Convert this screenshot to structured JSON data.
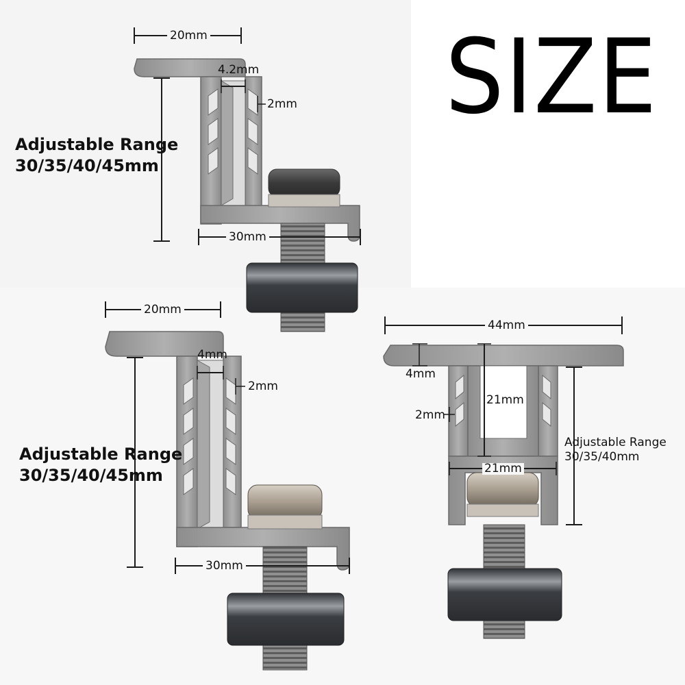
{
  "title": "SIZE",
  "colors": {
    "metal": "#9c9c9c",
    "metal_dark": "#6a6a6a",
    "slot": "#e8e8e8",
    "dim_line": "#1a1a1a",
    "cap": "#a59a8c",
    "block": "#474a4e"
  },
  "diagrams": [
    {
      "name": "end-clamp-top",
      "dims": {
        "width": "20mm",
        "slot": "4.2mm",
        "wall": "2mm",
        "base": "30mm"
      },
      "range_label": "Adjustable Range",
      "range_values": "30/35/40/45mm"
    },
    {
      "name": "end-clamp-bottom",
      "dims": {
        "width": "20mm",
        "slot": "4mm",
        "wall": "2mm",
        "base": "30mm"
      },
      "range_label": "Adjustable Range",
      "range_values": "30/35/40/45mm"
    },
    {
      "name": "mid-clamp",
      "dims": {
        "width": "44mm",
        "flange": "4mm",
        "inner_height": "21mm",
        "wall": "2mm",
        "inner_width": "21mm"
      },
      "range_label": "Adjustable Range",
      "range_values": "30/35/40mm"
    }
  ]
}
